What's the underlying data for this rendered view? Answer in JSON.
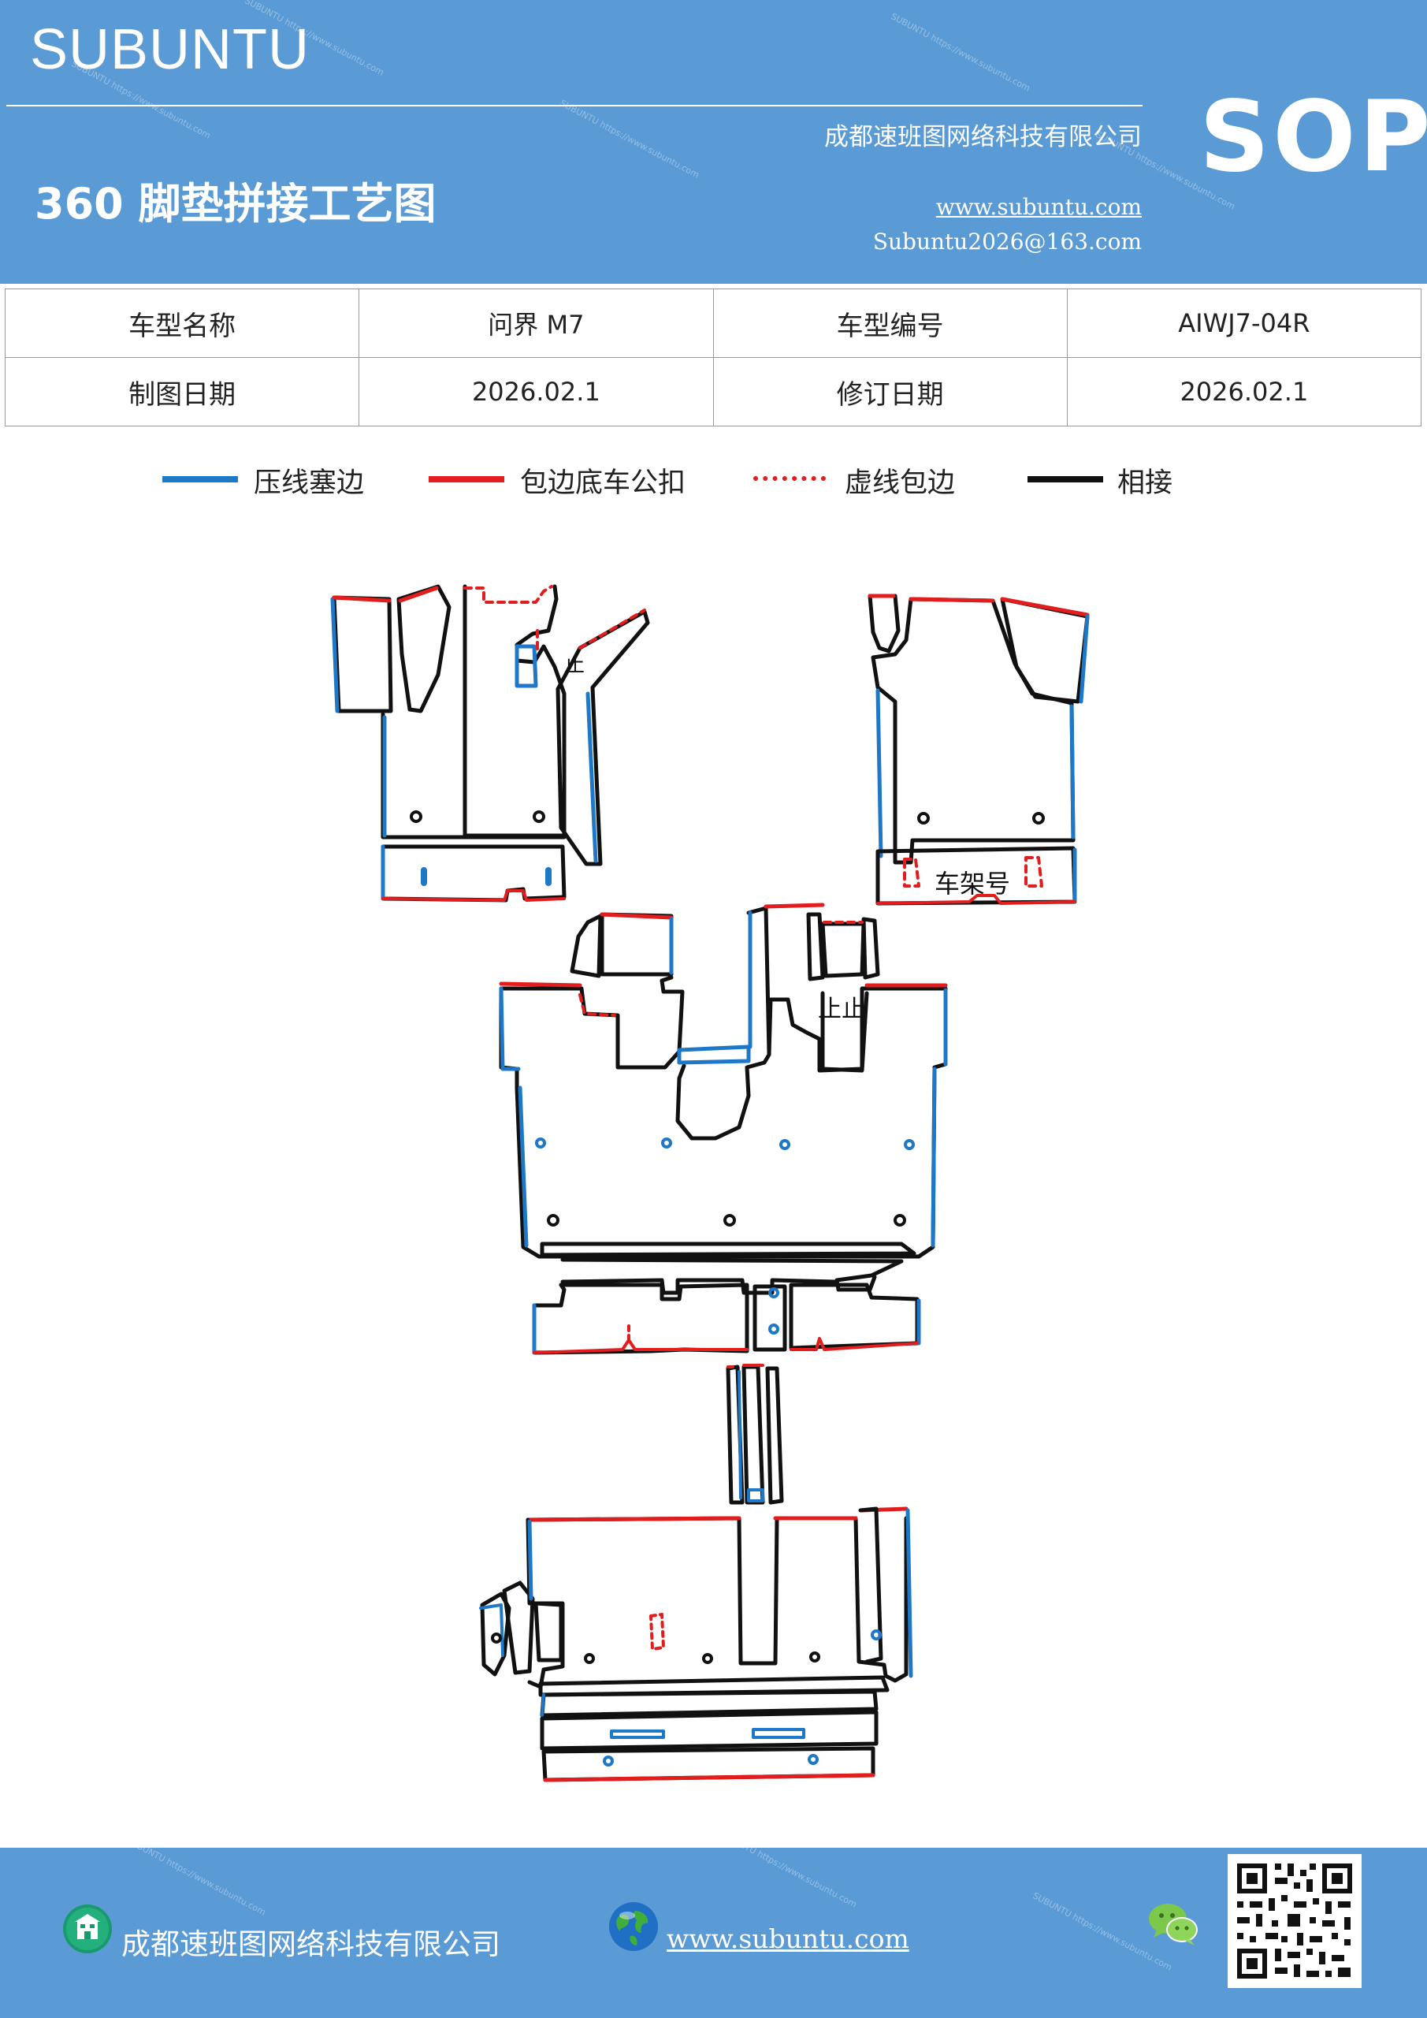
{
  "header": {
    "brand": "SUBUNTU",
    "company": "成都速班图网络科技有限公司",
    "title": "360 脚垫拼接工艺图",
    "website": "www.subuntu.com",
    "email": "Subuntu2026@163.com",
    "badge": "SOP"
  },
  "info": {
    "model_name_label": "车型名称",
    "model_name_value": "问界 M7",
    "model_code_label": "车型编号",
    "model_code_value": "AIWJ7-04R",
    "draw_date_label": "制图日期",
    "draw_date_value": "2026.02.1",
    "revise_date_label": "修订日期",
    "revise_date_value": "2026.02.1"
  },
  "legend": [
    {
      "label": "压线塞边",
      "color": "#1f77c8",
      "style": "solid"
    },
    {
      "label": "包边底车公扣",
      "color": "#e11d1d",
      "style": "solid"
    },
    {
      "label": "虚线包边",
      "color": "#e11d1d",
      "style": "dashed"
    },
    {
      "label": "相接",
      "color": "#111111",
      "style": "solid"
    }
  ],
  "diagram_labels": {
    "vin": "车架号",
    "stop1": "止",
    "stop2": "止止"
  },
  "footer": {
    "company": "成都速班图网络科技有限公司",
    "website": "www.subuntu.com"
  },
  "icons": {
    "building": "building-icon",
    "globe": "globe-icon",
    "wechat": "wechat-icon",
    "qr": "qr-code"
  },
  "colors": {
    "banner": "#5b9bd5",
    "blue_line": "#1f77c8",
    "red_line": "#e11d1d",
    "black_line": "#111111"
  }
}
